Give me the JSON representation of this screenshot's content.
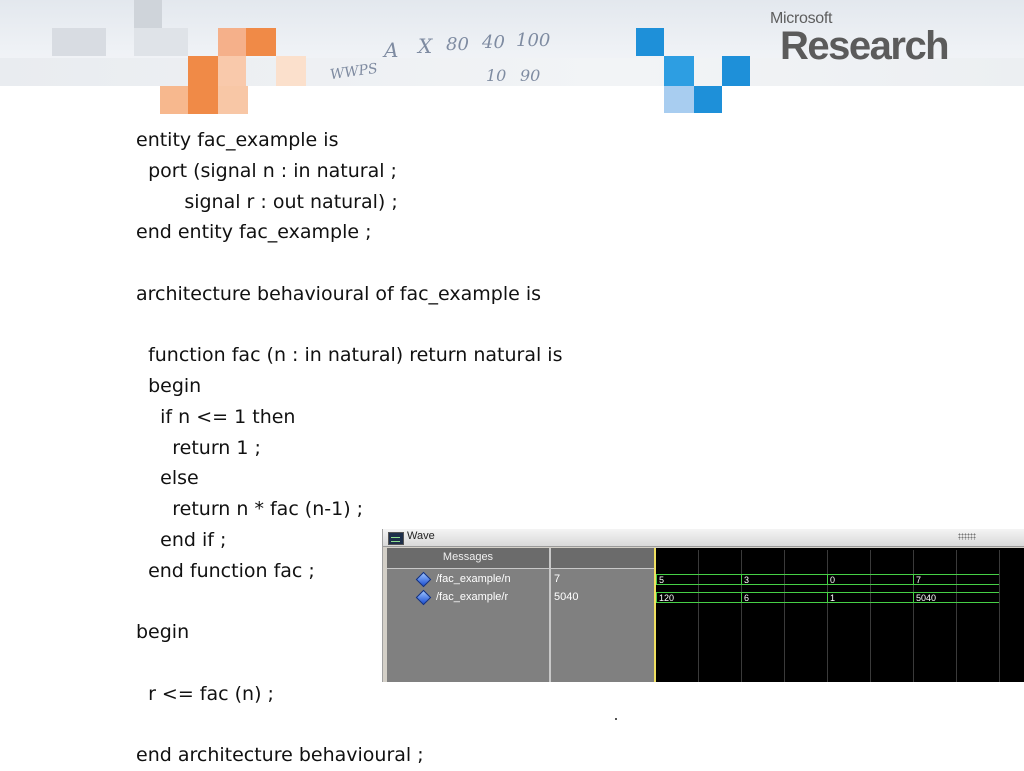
{
  "header": {
    "brand_small": "Microsoft",
    "brand_big": "Research",
    "scribbles": [
      "A",
      "X",
      "80",
      "40",
      "100",
      "10",
      "90",
      "WWPS"
    ],
    "accent_orange": "#f08a47",
    "accent_blue": "#1e90d9"
  },
  "code_lines": [
    "entity fac_example is",
    "  port (signal n : in natural ;",
    "        signal r : out natural) ;",
    "end entity fac_example ;",
    "",
    "architecture behavioural of fac_example is",
    "",
    "  function fac (n : in natural) return natural is",
    "  begin",
    "    if n <= 1 then",
    "      return 1 ;",
    "    else",
    "      return n * fac (n-1) ;",
    "    end if ;",
    "  end function fac ;",
    "",
    "begin",
    "",
    "  r <= fac (n) ;",
    "",
    "end architecture behavioural ;"
  ],
  "wave": {
    "title": "Wave",
    "messages_header": "Messages",
    "signals": [
      {
        "name": "/fac_example/n",
        "value": "7",
        "segments": [
          "5",
          "3",
          "0",
          "7"
        ]
      },
      {
        "name": "/fac_example/r",
        "value": "5040",
        "segments": [
          "120",
          "6",
          "1",
          "5040"
        ]
      }
    ]
  }
}
